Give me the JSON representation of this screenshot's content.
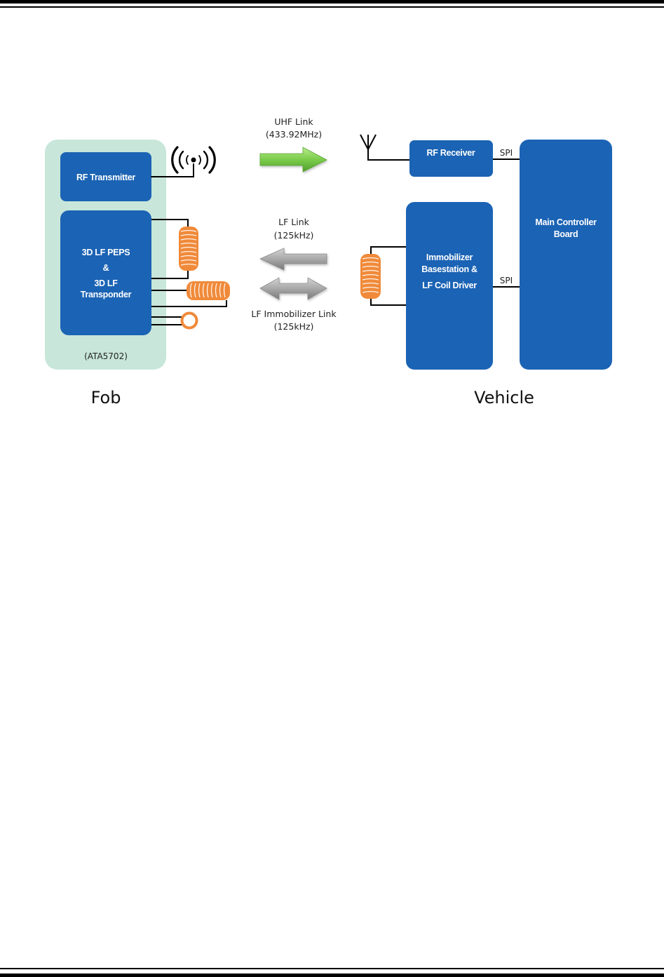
{
  "page": {
    "top_rule": "double-line",
    "bottom_rule": "double-line"
  },
  "diagram": {
    "colors": {
      "block_blue": "#1b63b4",
      "fob_panel": "#c8e6da",
      "coil_orange": "#f08a3a",
      "uhf_arrow": "#7ccc4c",
      "lf_arrow": "#9e9e9e",
      "wire": "#000000"
    },
    "fob": {
      "label": "Fob",
      "part_number": "(ATA5702)",
      "rf_transmitter": "RF Transmitter",
      "lf_block": {
        "line1": "3D LF PEPS",
        "line2": "&",
        "line3": "3D LF",
        "line4": "Transponder"
      },
      "antenna_icon": "radio-waves-icon",
      "coils": [
        "vertical-coil",
        "horizontal-coil",
        "loop-coil"
      ]
    },
    "links": {
      "uhf": {
        "line1": "UHF Link",
        "line2": "(433.92MHz)",
        "direction": "fob-to-vehicle"
      },
      "lf": {
        "line1": "LF Link",
        "line2": "(125kHz)",
        "direction": "vehicle-to-fob"
      },
      "lf_immobilizer": {
        "line1": "LF Immobilizer Link",
        "line2": "(125kHz)",
        "direction": "bidirectional"
      }
    },
    "vehicle": {
      "label": "Vehicle",
      "rf_receiver": "RF Receiver",
      "immobilizer": {
        "line1": "Immobilizer",
        "line2": "Basestation &",
        "line3": "LF Coil Driver"
      },
      "main_controller": {
        "line1": "Main Controller",
        "line2": "Board"
      },
      "spi_top": "SPI",
      "spi_bottom": "SPI",
      "antenna_icon": "antenna-icon"
    }
  }
}
